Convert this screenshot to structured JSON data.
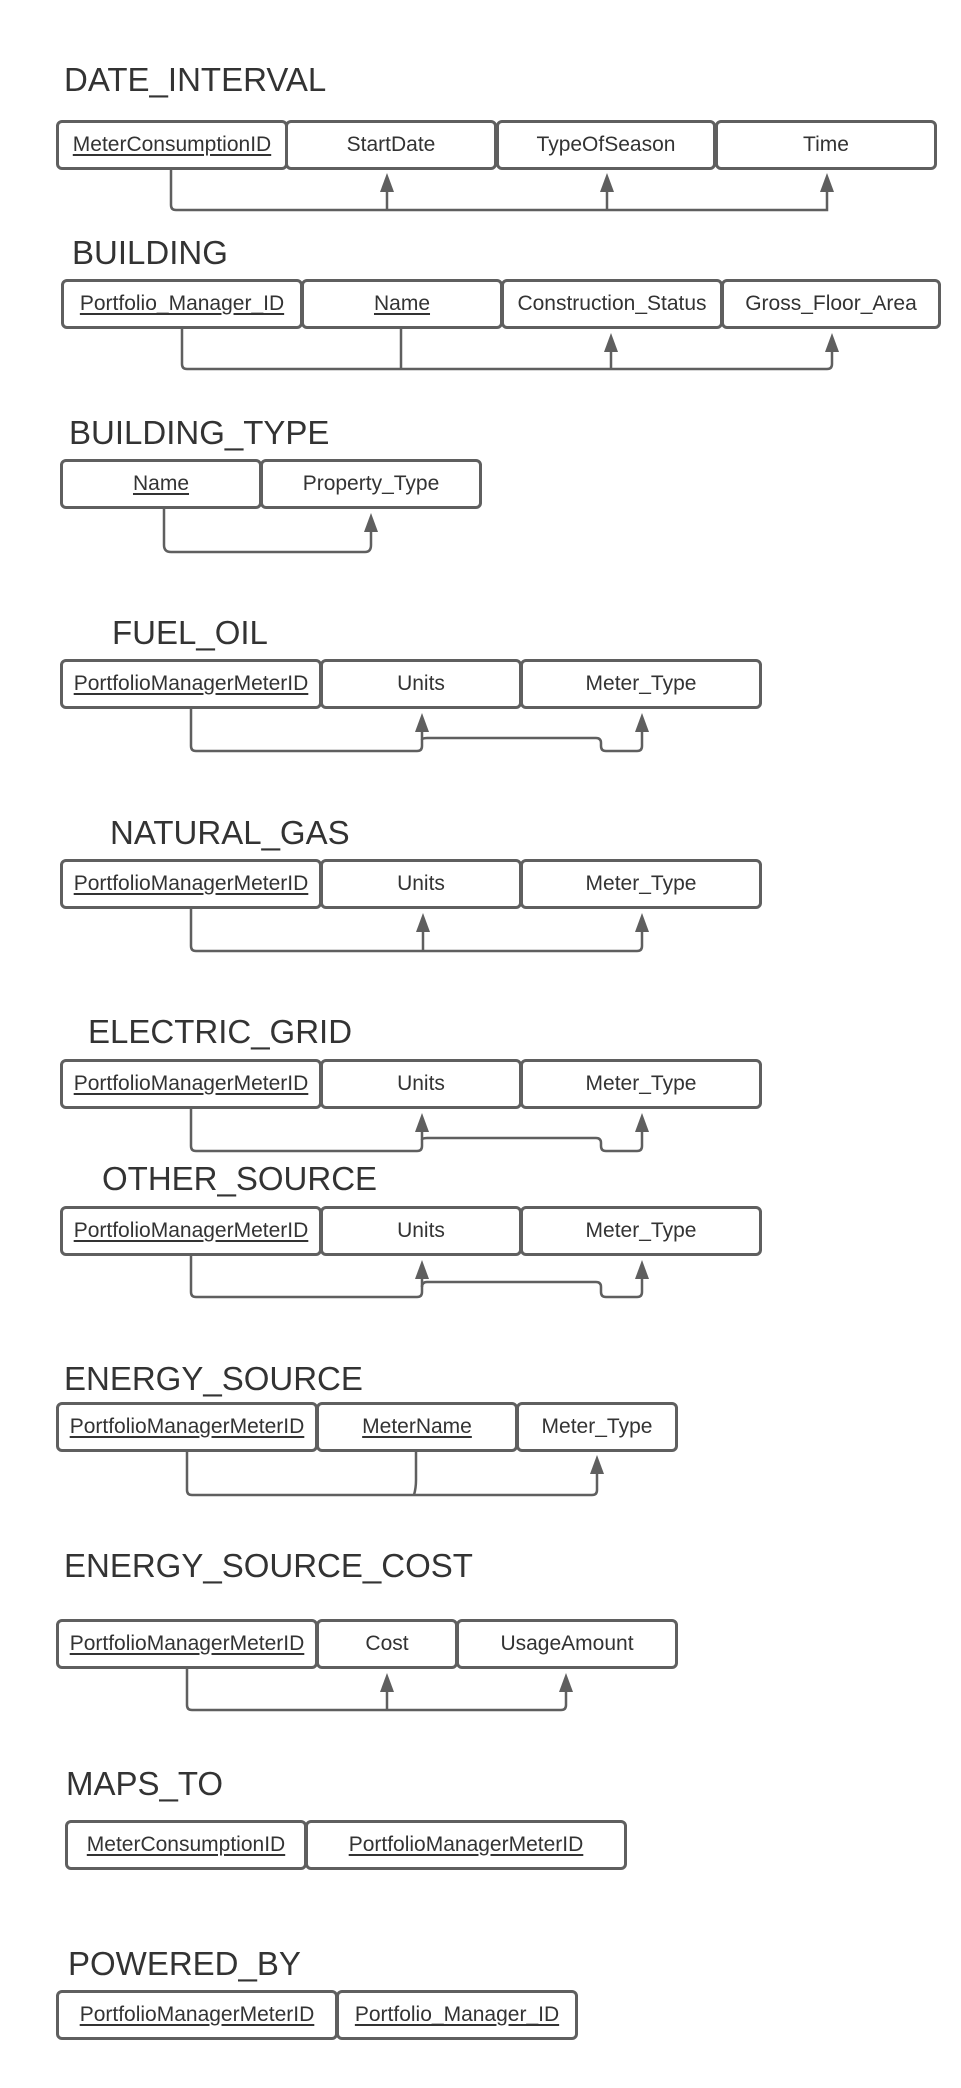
{
  "relations": {
    "date_interval": {
      "title": "DATE_INTERVAL",
      "attributes": [
        "MeterConsumptionID",
        "StartDate",
        "TypeOfSeason",
        "Time"
      ]
    },
    "building": {
      "title": "BUILDING",
      "attributes": [
        "Portfolio_Manager_ID",
        "Name",
        "Construction_Status",
        "Gross_Floor_Area"
      ]
    },
    "building_type": {
      "title": "BUILDING_TYPE",
      "attributes": [
        "Name",
        "Property_Type"
      ]
    },
    "fuel_oil": {
      "title": "FUEL_OIL",
      "attributes": [
        "PortfolioManagerMeterID",
        "Units",
        "Meter_Type"
      ]
    },
    "natural_gas": {
      "title": "NATURAL_GAS",
      "attributes": [
        "PortfolioManagerMeterID",
        "Units",
        "Meter_Type"
      ]
    },
    "electric_grid": {
      "title": "ELECTRIC_GRID",
      "attributes": [
        "PortfolioManagerMeterID",
        "Units",
        "Meter_Type"
      ]
    },
    "other_source": {
      "title": "OTHER_SOURCE",
      "attributes": [
        "PortfolioManagerMeterID",
        "Units",
        "Meter_Type"
      ]
    },
    "energy_source": {
      "title": "ENERGY_SOURCE",
      "attributes": [
        "PortfolioManagerMeterID",
        "MeterName",
        "Meter_Type"
      ]
    },
    "energy_source_cost": {
      "title": "ENERGY_SOURCE_COST",
      "attributes": [
        "PortfolioManagerMeterID",
        "Cost",
        "UsageAmount"
      ]
    },
    "maps_to": {
      "title": "MAPS_TO",
      "attributes": [
        "MeterConsumptionID",
        "PortfolioManagerMeterID"
      ]
    },
    "powered_by": {
      "title": "POWERED_BY",
      "attributes": [
        "PortfolioManagerMeterID",
        "Portfolio_Manager_ID"
      ]
    }
  },
  "colors": {
    "stroke": "#5f5f5f",
    "text": "#333333",
    "background": "#ffffff"
  }
}
